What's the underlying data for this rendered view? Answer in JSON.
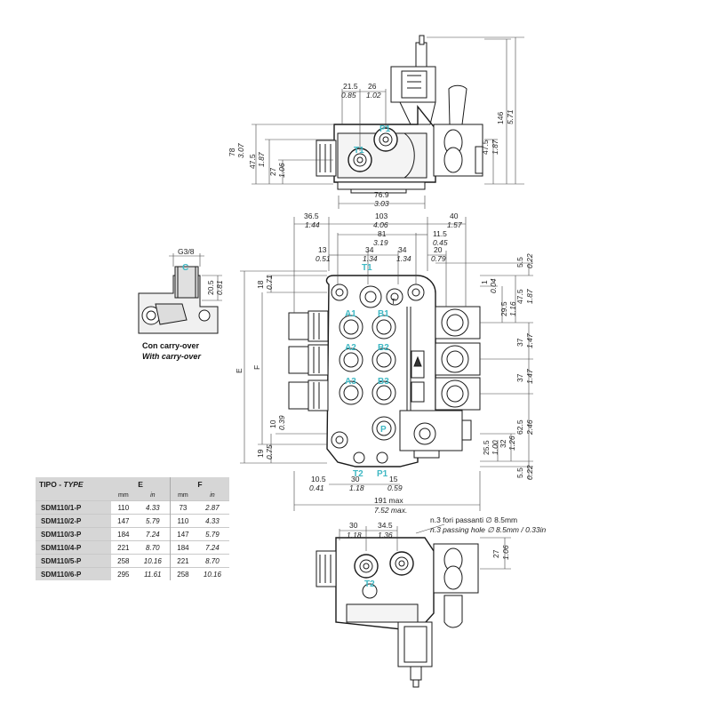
{
  "top_view": {
    "dims": {
      "d21_5": "21.5",
      "d0_85": "0.85",
      "d26": "26",
      "d1_02": "1.02",
      "d78": "78",
      "d3_07": "3.07",
      "d47_5": "47.5",
      "d1_87": "1.87",
      "d27": "27",
      "d1_06": "1.06",
      "d76_9": "76.9",
      "d3_03": "3.03",
      "d146": "146",
      "d5_71": "5.71",
      "r47_5": "47.5",
      "r1_87": "1.87"
    },
    "ports": {
      "t1": "T1",
      "p1": "P1"
    }
  },
  "front_view": {
    "dims": {
      "d36_5": "36.5",
      "d1_44": "1.44",
      "d103": "103",
      "d4_06": "4.06",
      "d40": "40",
      "d1_57": "1.57",
      "d81": "81",
      "d3_19": "3.19",
      "d11_5": "11.5",
      "d0_45": "0.45",
      "d13": "13",
      "d0_51": "0.51",
      "d34a": "34",
      "d1_34a": "1.34",
      "d34b": "34",
      "d1_34b": "1.34",
      "d20": "20",
      "d0_79": "0.79",
      "d5_5a": "5.5",
      "d0_22a": "0.22",
      "d18": "18",
      "d0_71": "0.71",
      "d1": "1",
      "d0_04": "0.04",
      "d47_5": "47.5",
      "d1_87": "1.87",
      "d29_5": "29.5",
      "d1_16": "1.16",
      "d37a": "37",
      "d1_47a": "1.47",
      "d37b": "37",
      "d1_47b": "1.47",
      "d62_5": "62.5",
      "d2_46": "2.46",
      "d32": "32",
      "d1_26": "1.26",
      "d25_5": "25.5",
      "d1_00": "1.00",
      "d5_5b": "5.5",
      "d0_22b": "0.22",
      "d10": "10",
      "d0_39": "0.39",
      "d19": "19",
      "d0_75": "0.75",
      "e": "E",
      "f": "F",
      "d10_5": "10.5",
      "d0_41": "0.41",
      "d30": "30",
      "d1_18": "1.18",
      "d15": "15",
      "d0_59": "0.59",
      "d191": "191 max",
      "d7_52": "7.52 max."
    },
    "ports": {
      "t1": "T1",
      "t": "T",
      "a1": "A1",
      "b1": "B1",
      "a2": "A2",
      "b2": "B2",
      "a3": "A3",
      "b3": "B3",
      "p": "P",
      "t2": "T2",
      "p1": "P1"
    }
  },
  "carry_over": {
    "g38": "G3/8",
    "c": "C",
    "d20_5": "20.5",
    "d0_81": "0.81",
    "caption_it": "Con carry-over",
    "caption_en": "With carry-over"
  },
  "bottom_view": {
    "dims": {
      "d30": "30",
      "d1_18": "1.18",
      "d34_5": "34.5",
      "d1_36": "1.36",
      "d27": "27",
      "d1_06": "1.06"
    },
    "note_it": "n.3 fori passanti ∅ 8.5mm",
    "note_en": "n.3 passing hole ∅ 8.5mm / 0.33in",
    "port_t2": "T2"
  },
  "table": {
    "header_tipo": "TIPO - ",
    "header_type": "TYPE",
    "header_e": "E",
    "header_f": "F",
    "unit_mm": "mm",
    "unit_in": "in",
    "rows": [
      {
        "model": "SDM110/1-P",
        "e_mm": "110",
        "e_in": "4.33",
        "f_mm": "73",
        "f_in": "2.87"
      },
      {
        "model": "SDM110/2-P",
        "e_mm": "147",
        "e_in": "5.79",
        "f_mm": "110",
        "f_in": "4.33"
      },
      {
        "model": "SDM110/3-P",
        "e_mm": "184",
        "e_in": "7.24",
        "f_mm": "147",
        "f_in": "5.79"
      },
      {
        "model": "SDM110/4-P",
        "e_mm": "221",
        "e_in": "8.70",
        "f_mm": "184",
        "f_in": "7.24"
      },
      {
        "model": "SDM110/5-P",
        "e_mm": "258",
        "e_in": "10.16",
        "f_mm": "221",
        "f_in": "8.70"
      },
      {
        "model": "SDM110/6-P",
        "e_mm": "295",
        "e_in": "11.61",
        "f_mm": "258",
        "f_in": "10.16"
      }
    ]
  },
  "colors": {
    "accent_port_label": "#3fb8c4",
    "table_header": "#d6d6d6"
  }
}
